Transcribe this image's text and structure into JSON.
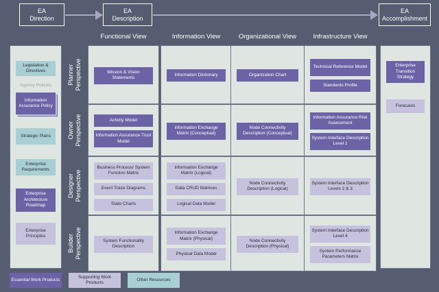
{
  "flow": {
    "start": "EA\nDirection",
    "middle": "EA\nDescription",
    "end": "EA\nAccomplishment",
    "start_label": "EA Direction",
    "middle_label": "EA Description",
    "end_label": "EA Accomplishment"
  },
  "column_headers": [
    "Functional View",
    "Information View",
    "Organizational View",
    "Infrastructure View"
  ],
  "perspectives": [
    "Planner Perspective",
    "Owner Perspective",
    "Designer Perspective",
    "Builder Perspective"
  ],
  "left_column": {
    "group_label": "Agency Policies",
    "items": [
      {
        "label": "Legislation & Directives",
        "type": "other"
      },
      {
        "label": "Information Assurance Policy",
        "type": "essential"
      },
      {
        "label": "Strategic Plans",
        "type": "other"
      },
      {
        "label": "Enterprise Requirements",
        "type": "other"
      },
      {
        "label": "Enterprise Architecture Roadmap",
        "type": "essential"
      },
      {
        "label": "Enterprise Principles",
        "type": "supporting"
      }
    ]
  },
  "right_column": {
    "items": [
      {
        "label": "Enterprise Transition Strategy",
        "type": "essential"
      },
      {
        "label": "Forecasts",
        "type": "supporting"
      }
    ]
  },
  "matrix": {
    "planner": {
      "functional": [
        {
          "label": "Mission & Vision Statements",
          "type": "essential"
        }
      ],
      "information": [
        {
          "label": "Information Dictionary",
          "type": "essential"
        }
      ],
      "organizational": [
        {
          "label": "Organization Chart",
          "type": "essential"
        }
      ],
      "infrastructure": [
        {
          "label": "Technical Reference Model",
          "type": "essential"
        },
        {
          "label": "Standards Profile",
          "type": "essential"
        }
      ]
    },
    "owner": {
      "functional": [
        {
          "label": "Activity Model",
          "type": "essential"
        },
        {
          "label": "Information Assurance Trust Model",
          "type": "essential"
        }
      ],
      "information": [
        {
          "label": "Information Exchange Matrix (Conceptual)",
          "type": "essential"
        }
      ],
      "organizational": [
        {
          "label": "Node Connectivity Description (Conceptual)",
          "type": "essential"
        }
      ],
      "infrastructure": [
        {
          "label": "Information Assurance Risk Assessment",
          "type": "essential"
        },
        {
          "label": "System Interface Description Level 1",
          "type": "essential"
        }
      ]
    },
    "designer": {
      "functional": [
        {
          "label": "Business Process/ System Function Matrix",
          "type": "supporting"
        },
        {
          "label": "Event Trace Diagrams",
          "type": "supporting"
        },
        {
          "label": "State Charts",
          "type": "supporting"
        }
      ],
      "information": [
        {
          "label": "Information Exchange Matrix (Logical)",
          "type": "supporting"
        },
        {
          "label": "Data CRUD Matrices",
          "type": "supporting"
        },
        {
          "label": "Logical Data Model",
          "type": "supporting"
        }
      ],
      "organizational": [
        {
          "label": "Node Connectivity Description (Logical)",
          "type": "supporting"
        }
      ],
      "infrastructure": [
        {
          "label": "System Interface Description Levels 2 & 3",
          "type": "supporting"
        }
      ]
    },
    "builder": {
      "functional": [
        {
          "label": "System Functionality Description",
          "type": "supporting"
        }
      ],
      "information": [
        {
          "label": "Information Exchange Matrix (Physical)",
          "type": "supporting"
        },
        {
          "label": "Physical Data Model",
          "type": "supporting"
        }
      ],
      "organizational": [
        {
          "label": "Node Connectivity Description (Physical)",
          "type": "supporting"
        }
      ],
      "infrastructure": [
        {
          "label": "System Interface Description Level 4",
          "type": "supporting"
        },
        {
          "label": "System Performance Parameters Matrix",
          "type": "supporting"
        }
      ]
    }
  },
  "legend": [
    {
      "label": "Essential Work Products",
      "type": "essential"
    },
    {
      "label": "Supporting Work Products",
      "type": "supporting"
    },
    {
      "label": "Other Resources",
      "type": "other"
    }
  ],
  "colors": {
    "background": "#565d70",
    "panel": "#dfe6e2",
    "essential": "#6c62a6",
    "supporting": "#c6c2de",
    "other": "#a8cfd4",
    "border": "#6b7285",
    "arrow": "#a9a6c4"
  }
}
